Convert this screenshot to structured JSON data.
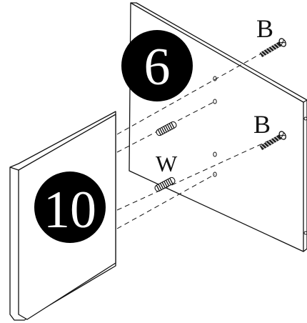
{
  "parts": {
    "panel_back": {
      "number": "6"
    },
    "panel_front": {
      "number": "10"
    }
  },
  "hardware": {
    "screw_label_top": "B",
    "screw_label_bottom": "B",
    "dowel_label": "W"
  },
  "colors": {
    "line": "#111111",
    "badge_fill": "#000000",
    "badge_text": "#ffffff",
    "background": "#ffffff"
  }
}
